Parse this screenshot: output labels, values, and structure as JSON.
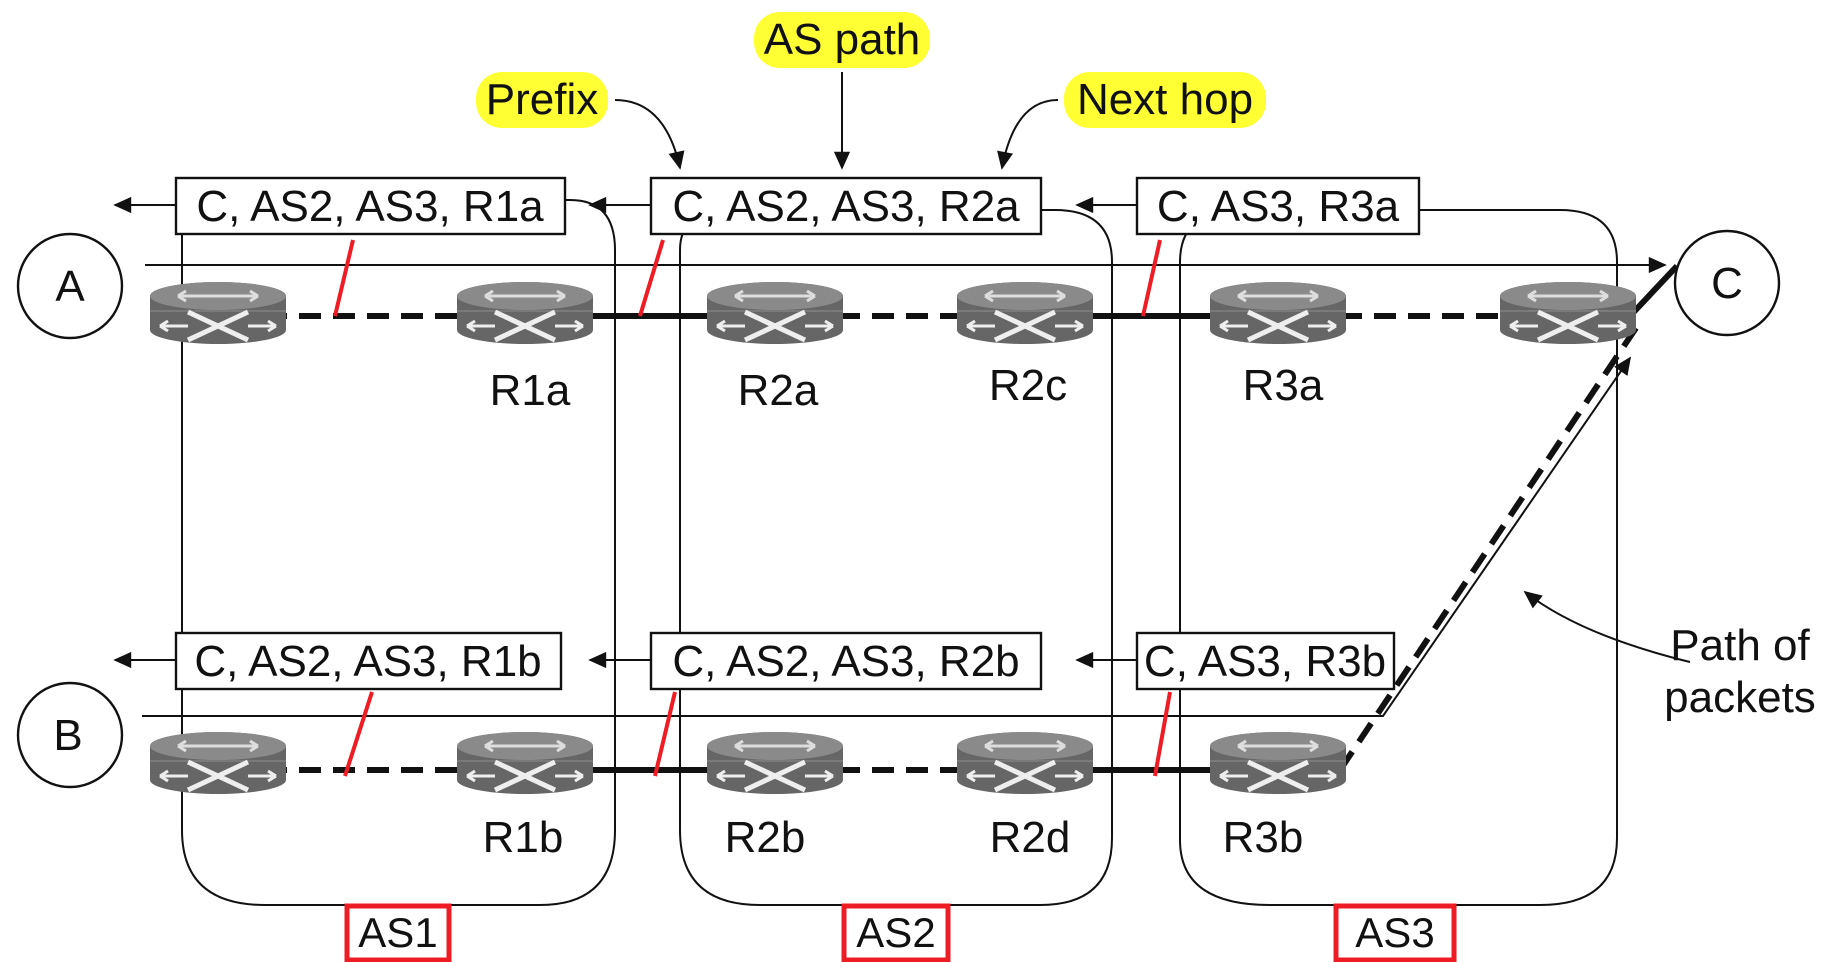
{
  "callouts": {
    "prefix": "Prefix",
    "as_path": "AS path",
    "next_hop": "Next hop",
    "path_of_packets": [
      "Path of",
      "packets"
    ]
  },
  "announcements": {
    "top_as1": "C, AS2, AS3, R1a",
    "top_as2": "C, AS2, AS3, R2a",
    "top_as3": "C, AS3, R3a",
    "bottom_as1": "C, AS2, AS3, R1b",
    "bottom_as2": "C, AS2, AS3, R2b",
    "bottom_as3": "C, AS3, R3b"
  },
  "hosts": {
    "a": "A",
    "b": "B",
    "c": "C"
  },
  "routers": {
    "r1a": "R1a",
    "r2a": "R2a",
    "r2c": "R2c",
    "r3a": "R3a",
    "r1b": "R1b",
    "r2b": "R2b",
    "r2d": "R2d",
    "r3b": "R3b"
  },
  "as_labels": {
    "as1": "AS1",
    "as2": "AS2",
    "as3": "AS3"
  },
  "colors": {
    "highlight": "#ffff33",
    "red": "#ee1c24",
    "router": "#6d6d6d"
  },
  "icons": {
    "router": "router-icon"
  }
}
